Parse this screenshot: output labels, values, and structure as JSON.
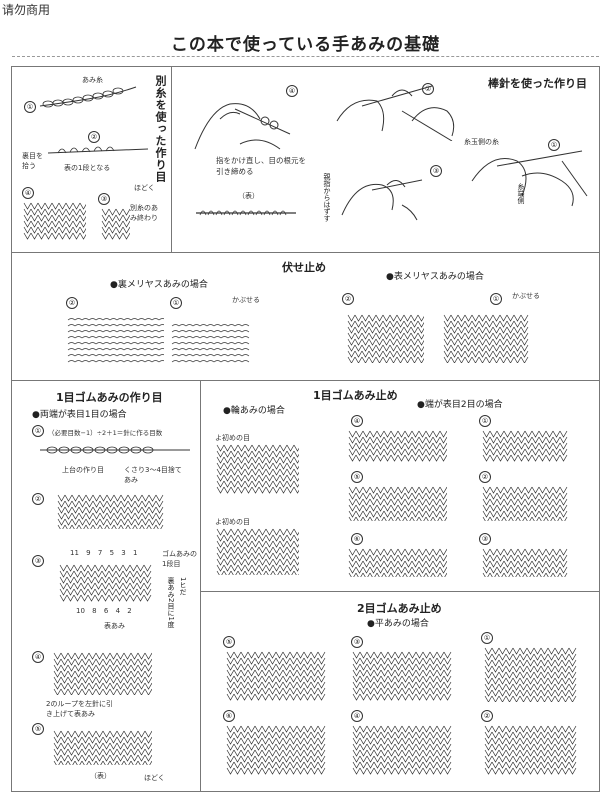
{
  "watermark": "请勿商用",
  "page_title": "この本で使っている手あみの基礎",
  "cast_on_waste": {
    "heading": "別糸を使った作り目",
    "labels": {
      "waste_yarn": "あみ糸",
      "pick_up": "裏目を拾う",
      "first_row": "表の1段となる",
      "unravel": "ほどく",
      "waste_end": "別糸のあみ終わり"
    },
    "steps": [
      "①",
      "②",
      "③",
      "④"
    ]
  },
  "cast_on_needle": {
    "heading": "棒針を使った作り目",
    "labels": {
      "ball_side": "糸玉側の糸",
      "tail": "糸端側",
      "tighten": "指をかけ直し、目の根元を引き締める",
      "front": "（表）",
      "remove_thumb": "親指からはずす"
    },
    "steps": [
      "①",
      "②",
      "③",
      "④"
    ]
  },
  "bind_off": {
    "heading": "伏せ止め",
    "purl_case": "●裏メリヤスあみの場合",
    "knit_case": "●表メリヤスあみの場合",
    "cover": "かぶせる",
    "steps": [
      "①",
      "②"
    ]
  },
  "rib1_cast_on": {
    "heading": "1目ゴムあみの作り目",
    "both_ends": "●両端が表目1目の場合",
    "formula": "（必要目数−1）÷2＋1＝針に作る目数",
    "labels": {
      "upper_cast": "上台の作り目",
      "chain": "くさり3〜4目捨てあみ",
      "rib_start": "ゴムあみの1段目",
      "purl2": "裏あみ2目に1度",
      "left_to_right": "1ヒだ",
      "knit": "表あみ",
      "loop_note": "2のループを左針に引き上げて表あみ",
      "front": "（表）",
      "unravel": "ほどく"
    },
    "top_nums": [
      "11",
      "9",
      "7",
      "5",
      "3",
      "1"
    ],
    "bottom_nums": [
      "10",
      "8",
      "6",
      "4",
      "2"
    ],
    "steps": [
      "①",
      "②",
      "③",
      "④",
      "⑤"
    ]
  },
  "rib1_bind_off": {
    "heading": "1目ゴムあみ止め",
    "circular": "●輪あみの場合",
    "edge_knit2": "●端が表目2目の場合",
    "labels": {
      "first_st": "よ初めの目",
      "end_st": "よ初めの目"
    },
    "steps": [
      "①",
      "②",
      "③",
      "④",
      "⑤",
      "⑥"
    ]
  },
  "rib2_bind_off": {
    "heading": "2目ゴムあみ止め",
    "flat": "●平あみの場合",
    "steps": [
      "①",
      "②",
      "③",
      "④",
      "⑤",
      "⑥"
    ]
  }
}
